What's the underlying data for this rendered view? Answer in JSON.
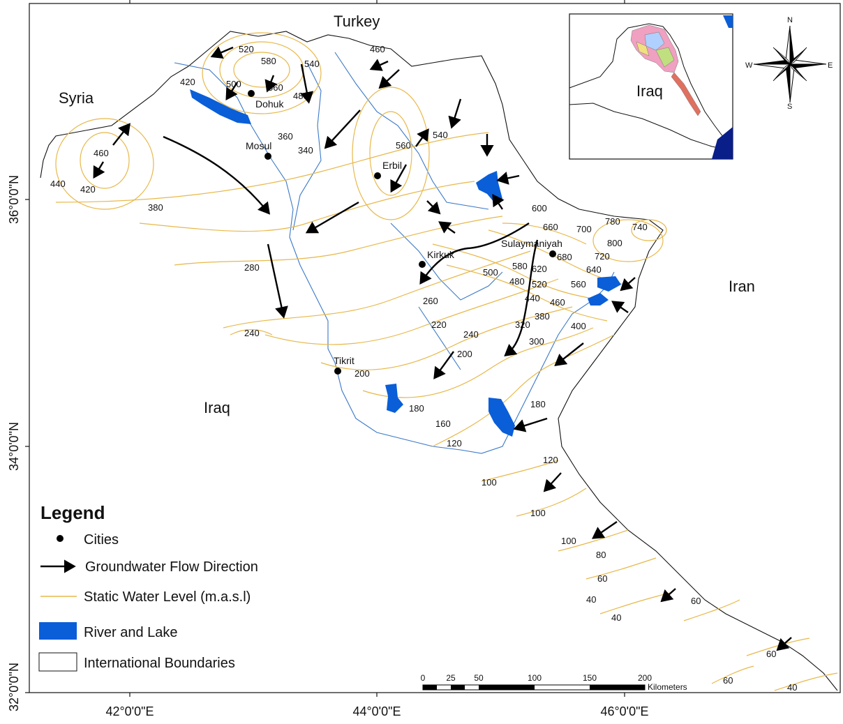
{
  "countries": {
    "turkey": "Turkey",
    "syria": "Syria",
    "iraq": "Iraq",
    "iran": "Iran"
  },
  "inset_label": "Iraq",
  "cities": [
    {
      "name": "Dohuk"
    },
    {
      "name": "Mosul"
    },
    {
      "name": "Erbil"
    },
    {
      "name": "Kirkuk"
    },
    {
      "name": "Sulaymaniyah"
    },
    {
      "name": "Tikrit"
    }
  ],
  "contour_labels": [
    "520",
    "580",
    "560",
    "540",
    "460",
    "420",
    "500",
    "480",
    "360",
    "340",
    "560",
    "540",
    "460",
    "440",
    "420",
    "380",
    "600",
    "660",
    "700",
    "780",
    "740",
    "800",
    "720",
    "680",
    "640",
    "620",
    "580",
    "500",
    "480",
    "520",
    "560",
    "460",
    "440",
    "380",
    "400",
    "320",
    "300",
    "280",
    "260",
    "220",
    "240",
    "200",
    "240",
    "200",
    "180",
    "160",
    "120",
    "180",
    "120",
    "100",
    "100",
    "100",
    "80",
    "60",
    "40",
    "40",
    "60",
    "60",
    "60",
    "40"
  ],
  "axes": {
    "x_ticks": [
      "42°0'0\"E",
      "44°0'0\"E",
      "46°0'0\"E"
    ],
    "y_ticks": [
      "36°0'0\"N",
      "34°0'0\"N",
      "32°0'0\"N"
    ]
  },
  "compass": {
    "n": "N",
    "s": "S",
    "e": "E",
    "w": "W"
  },
  "legend": {
    "title": "Legend",
    "items": [
      {
        "label": "Cities"
      },
      {
        "label": "Groundwater Flow Direction"
      },
      {
        "label": "Static Water Level (m.a.s.l)"
      },
      {
        "label": "River and Lake"
      },
      {
        "label": "International Boundaries"
      }
    ]
  },
  "scale_bar": {
    "ticks": [
      "0",
      "25",
      "50",
      "100",
      "150",
      "200"
    ],
    "unit": "Kilometers"
  },
  "colors": {
    "contour": "#e8b84a",
    "water": "#0a5ed8",
    "boundary": "#111111",
    "arrow": "#000000"
  }
}
